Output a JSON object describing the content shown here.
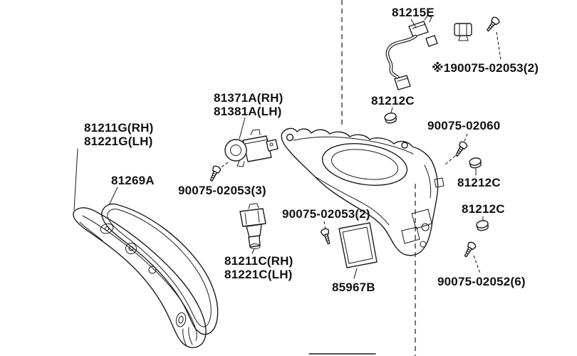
{
  "colors": {
    "background": "#ffffff",
    "line": "#1c1c1c",
    "text": "#111111"
  },
  "labels": {
    "harness": "81215E",
    "screw_note_top": "※190075-02053(2)",
    "grommet_top": "81212C",
    "screw_02060": "90075-02060",
    "motor_rh": "81371A(RH)",
    "motor_lh": "81381A(LH)",
    "unit_rh": "81211G(RH)",
    "unit_lh": "81221G(LH)",
    "gasket": "81269A",
    "screw_02053_3": "90075-02053(3)",
    "screw_02053_2": "90075-02053(2)",
    "socket_rh": "81211C(RH)",
    "socket_lh": "81221C(LH)",
    "ecu": "85967B",
    "grommet_mid": "81212C",
    "grommet_low": "81212C",
    "screw_02052_6": "90075-02052(6)"
  }
}
